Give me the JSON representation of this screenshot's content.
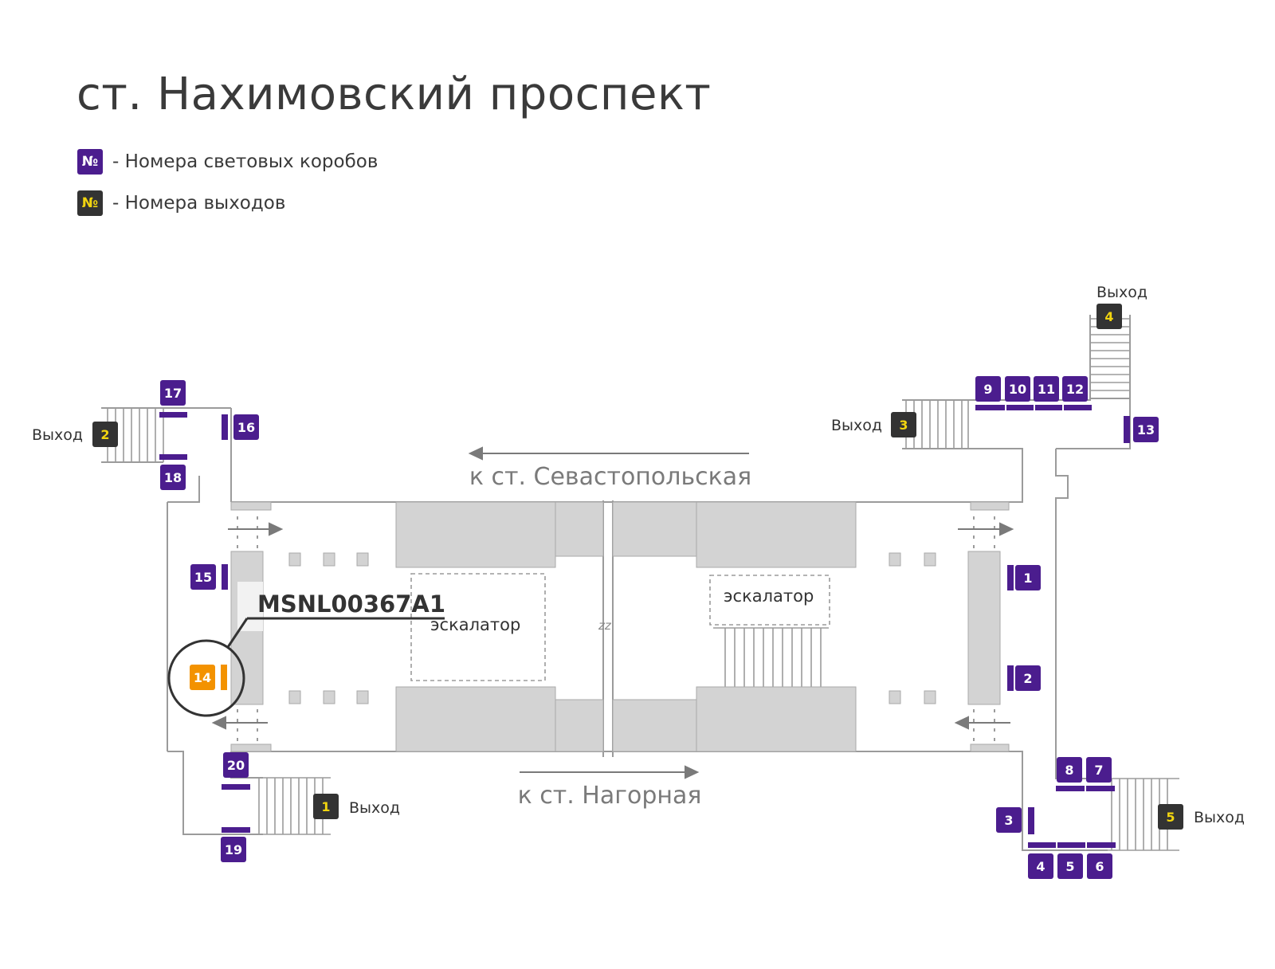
{
  "title": "ст. Нахимовский проспект",
  "legend": [
    {
      "symbol": "№",
      "text": "- Номера световых коробов",
      "bg": "#4b1d8e",
      "fg": "#ffffff"
    },
    {
      "symbol": "№",
      "text": "- Номера выходов",
      "bg": "#333333",
      "fg": "#f2d50f"
    }
  ],
  "colors": {
    "lightbox": "#4b1d8e",
    "exit_bg": "#333333",
    "exit_fg": "#f2d50f",
    "highlight": "#f39200",
    "structure": "#d3d3d3",
    "wall": "#9b9b9b"
  },
  "directions": {
    "top": "к ст. Севастопольская",
    "bottom": "к ст. Нагорная"
  },
  "escalator_label": "эскалатор",
  "exit_word": "Выход",
  "highlighted_box": {
    "number": "14",
    "code": "MSNL00367A1"
  },
  "lightboxes": [
    "1",
    "2",
    "3",
    "4",
    "5",
    "6",
    "7",
    "8",
    "9",
    "10",
    "11",
    "12",
    "13",
    "15",
    "16",
    "17",
    "18",
    "19",
    "20"
  ],
  "exits": [
    "1",
    "2",
    "3",
    "4",
    "5"
  ]
}
